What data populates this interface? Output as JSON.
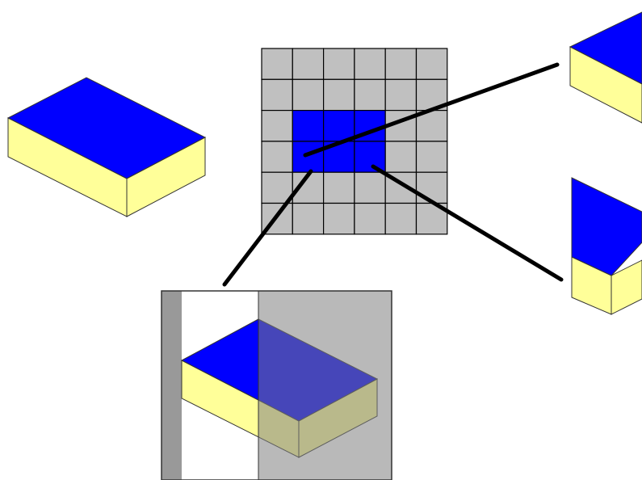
{
  "colors": {
    "background": "#ffffff",
    "top_face": "#0000ff",
    "side_face": "#ffff99",
    "edge": "#333333",
    "grid_cell": "#c0c0c0",
    "grid_selected": "#0000ff",
    "grid_line": "#000000",
    "connector": "#000000",
    "viewport_frame": "#999999",
    "viewport_shade": "#808080"
  },
  "grid": {
    "rows": 6,
    "cols": 6,
    "selected_cells": [
      [
        2,
        1
      ],
      [
        2,
        2
      ],
      [
        2,
        3
      ],
      [
        3,
        1
      ],
      [
        3,
        2
      ],
      [
        3,
        3
      ]
    ]
  }
}
